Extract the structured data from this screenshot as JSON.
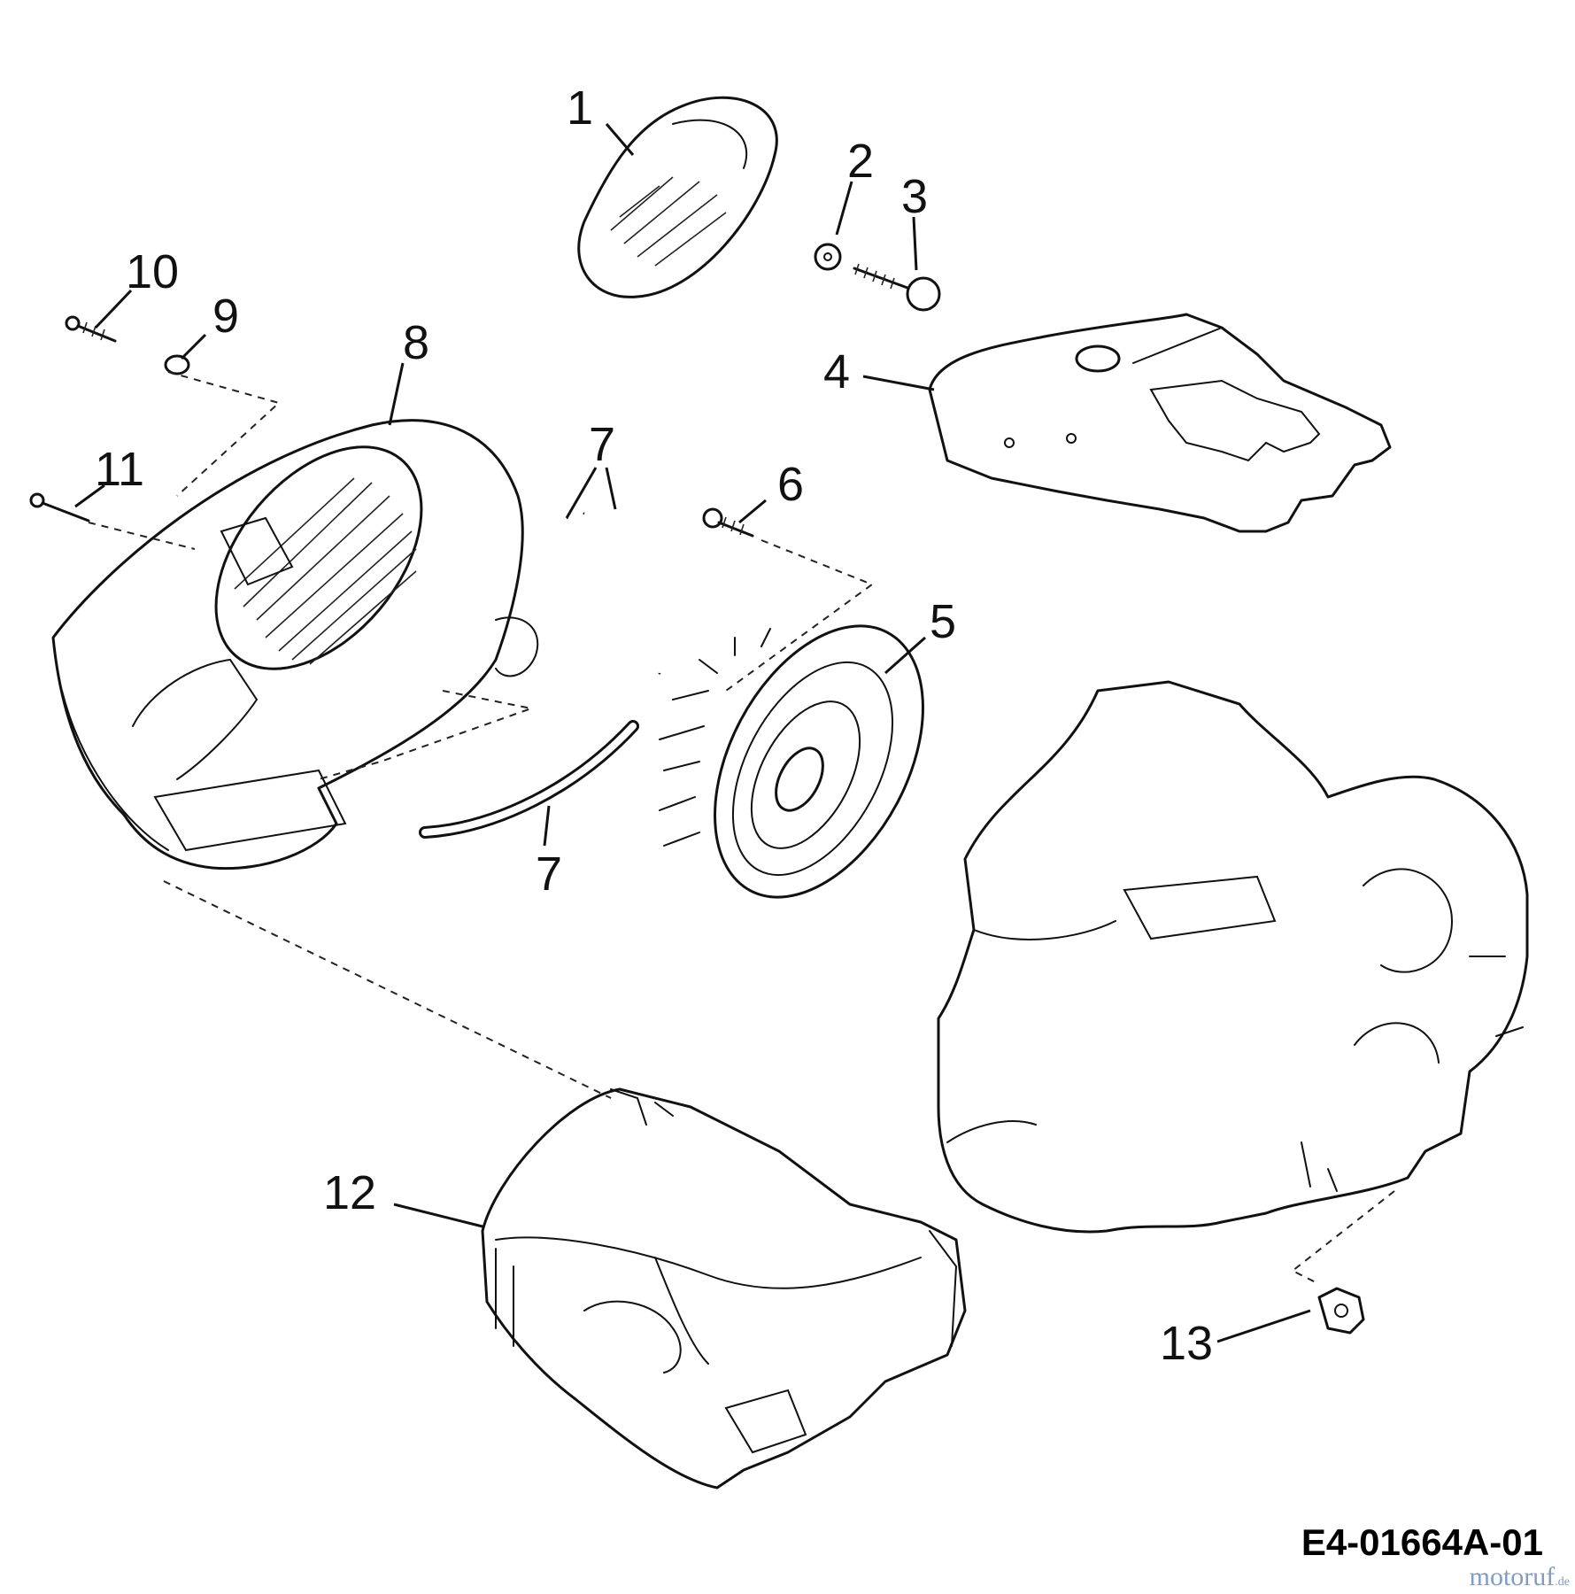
{
  "diagram": {
    "drawing_code": "E4-01664A-01",
    "watermark_text": "motoruf",
    "watermark_suffix": ".de",
    "callouts": [
      {
        "id": "1",
        "label": "1"
      },
      {
        "id": "2",
        "label": "2"
      },
      {
        "id": "3",
        "label": "3"
      },
      {
        "id": "4",
        "label": "4"
      },
      {
        "id": "5",
        "label": "5"
      },
      {
        "id": "6",
        "label": "6"
      },
      {
        "id": "7a",
        "label": "7"
      },
      {
        "id": "7b",
        "label": "7"
      },
      {
        "id": "8",
        "label": "8"
      },
      {
        "id": "9",
        "label": "9"
      },
      {
        "id": "10",
        "label": "10"
      },
      {
        "id": "11",
        "label": "11"
      },
      {
        "id": "12",
        "label": "12"
      },
      {
        "id": "13",
        "label": "13"
      }
    ]
  }
}
